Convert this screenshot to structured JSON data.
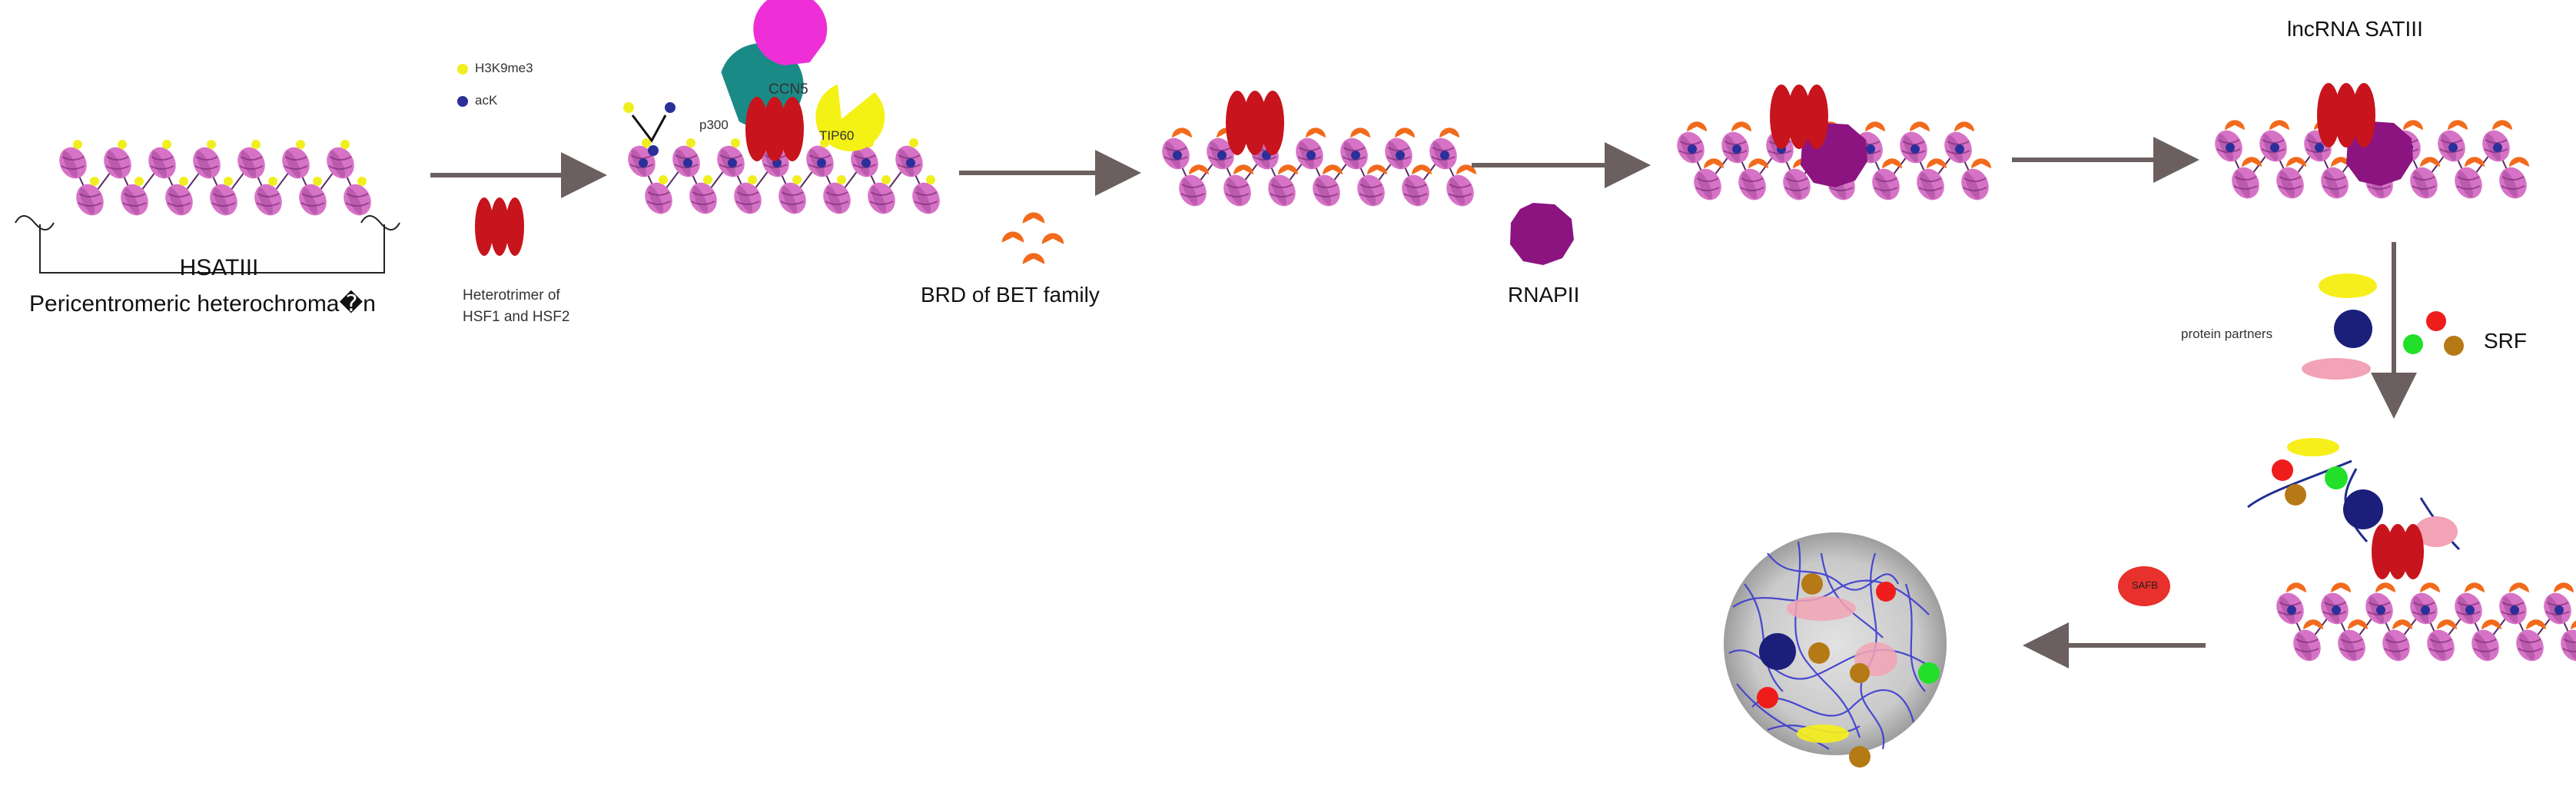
{
  "labels": {
    "hsatiii": "HSATIII",
    "pericentromeric": "Pericentromeric heterochroma�n",
    "h3k9me3": "H3K9me3",
    "ack": "acK",
    "heterotrimer_line1": "Heterotrimer of",
    "heterotrimer_line2": "HSF1 and HSF2",
    "p300": "p300",
    "ccn5": "CCN5",
    "tip60": "TIP60",
    "brd": "BRD of BET family",
    "rnapii": "RNAPII",
    "lncrna": "lncRNA SATIII",
    "protein_partners": "protein partners",
    "srf": "SRF",
    "safb": "SAFB"
  },
  "colors": {
    "nucleosome": "#d773c6",
    "nucleosome_dark": "#a4479b",
    "h3k9me3_dot": "#f1ee1f",
    "ack_dot": "#2b2f9a",
    "hsf": "#c8141c",
    "p300": "#1a8a87",
    "ccn5": "#ee2fd8",
    "tip60": "#f4f114",
    "brd": "#f26a1b",
    "rnapii": "#8c1480",
    "arrow": "#6c5f5f",
    "partner_yellow": "#f7ef1b",
    "partner_navy": "#1b1f7a",
    "partner_pink": "#f2a3b5",
    "srf_red": "#ef1c1c",
    "srf_green": "#22e02a",
    "srf_brown": "#b57a15",
    "safb": "#e8302c",
    "condensate": "#cfcfcf"
  },
  "icons": [
    "nucleosome-icon",
    "h3k9me3-dot-icon",
    "ack-dot-icon",
    "hsf-trimer-icon",
    "p300-icon",
    "ccn5-icon",
    "tip60-icon",
    "brd-icon",
    "rnapii-icon",
    "safb-icon",
    "condensate-icon"
  ]
}
